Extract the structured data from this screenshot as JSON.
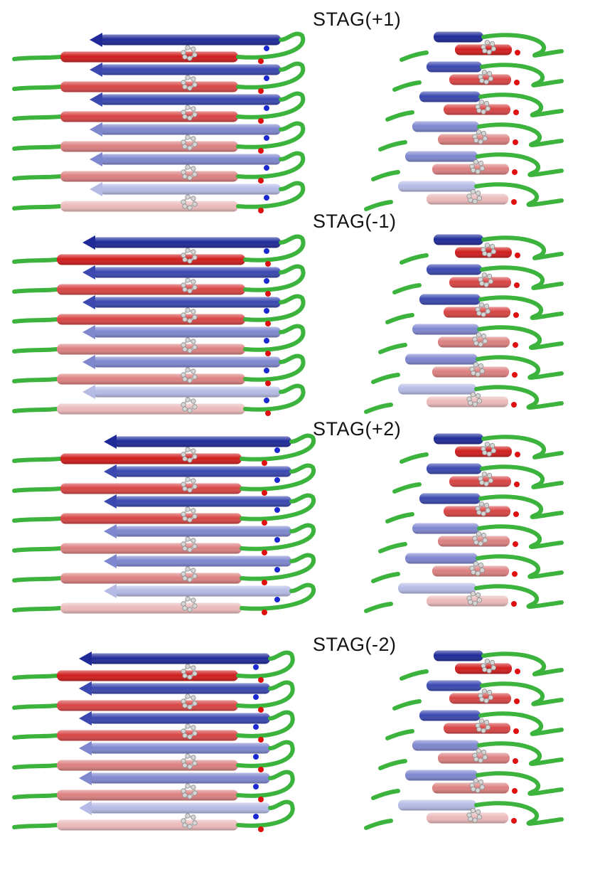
{
  "figure": {
    "panels": [
      {
        "id": "stag-plus-1",
        "label": "STAG(+1)",
        "register": "+1"
      },
      {
        "id": "stag-minus-1",
        "label": "STAG(-1)",
        "register": "-1"
      },
      {
        "id": "stag-plus-2",
        "label": "STAG(+2)",
        "register": "+2"
      },
      {
        "id": "stag-minus-2",
        "label": "STAG(-2)",
        "register": "-2"
      }
    ]
  },
  "colors": {
    "loop_green": "#3cb33c",
    "strand_dark_red": "#d11d1d",
    "strand_red": "#d84545",
    "strand_rose": "#dc8080",
    "strand_light_pink": "#ecbaba",
    "strand_dark_blue": "#1f2a98",
    "strand_blue": "#3a48b0",
    "strand_periwinkle": "#7f87cf",
    "strand_light_blue": "#b6bbe6",
    "side_chain_grey": "#c8c8c8",
    "oxygen_red": "#e01010",
    "nitrogen_blue": "#1a2ad0"
  }
}
